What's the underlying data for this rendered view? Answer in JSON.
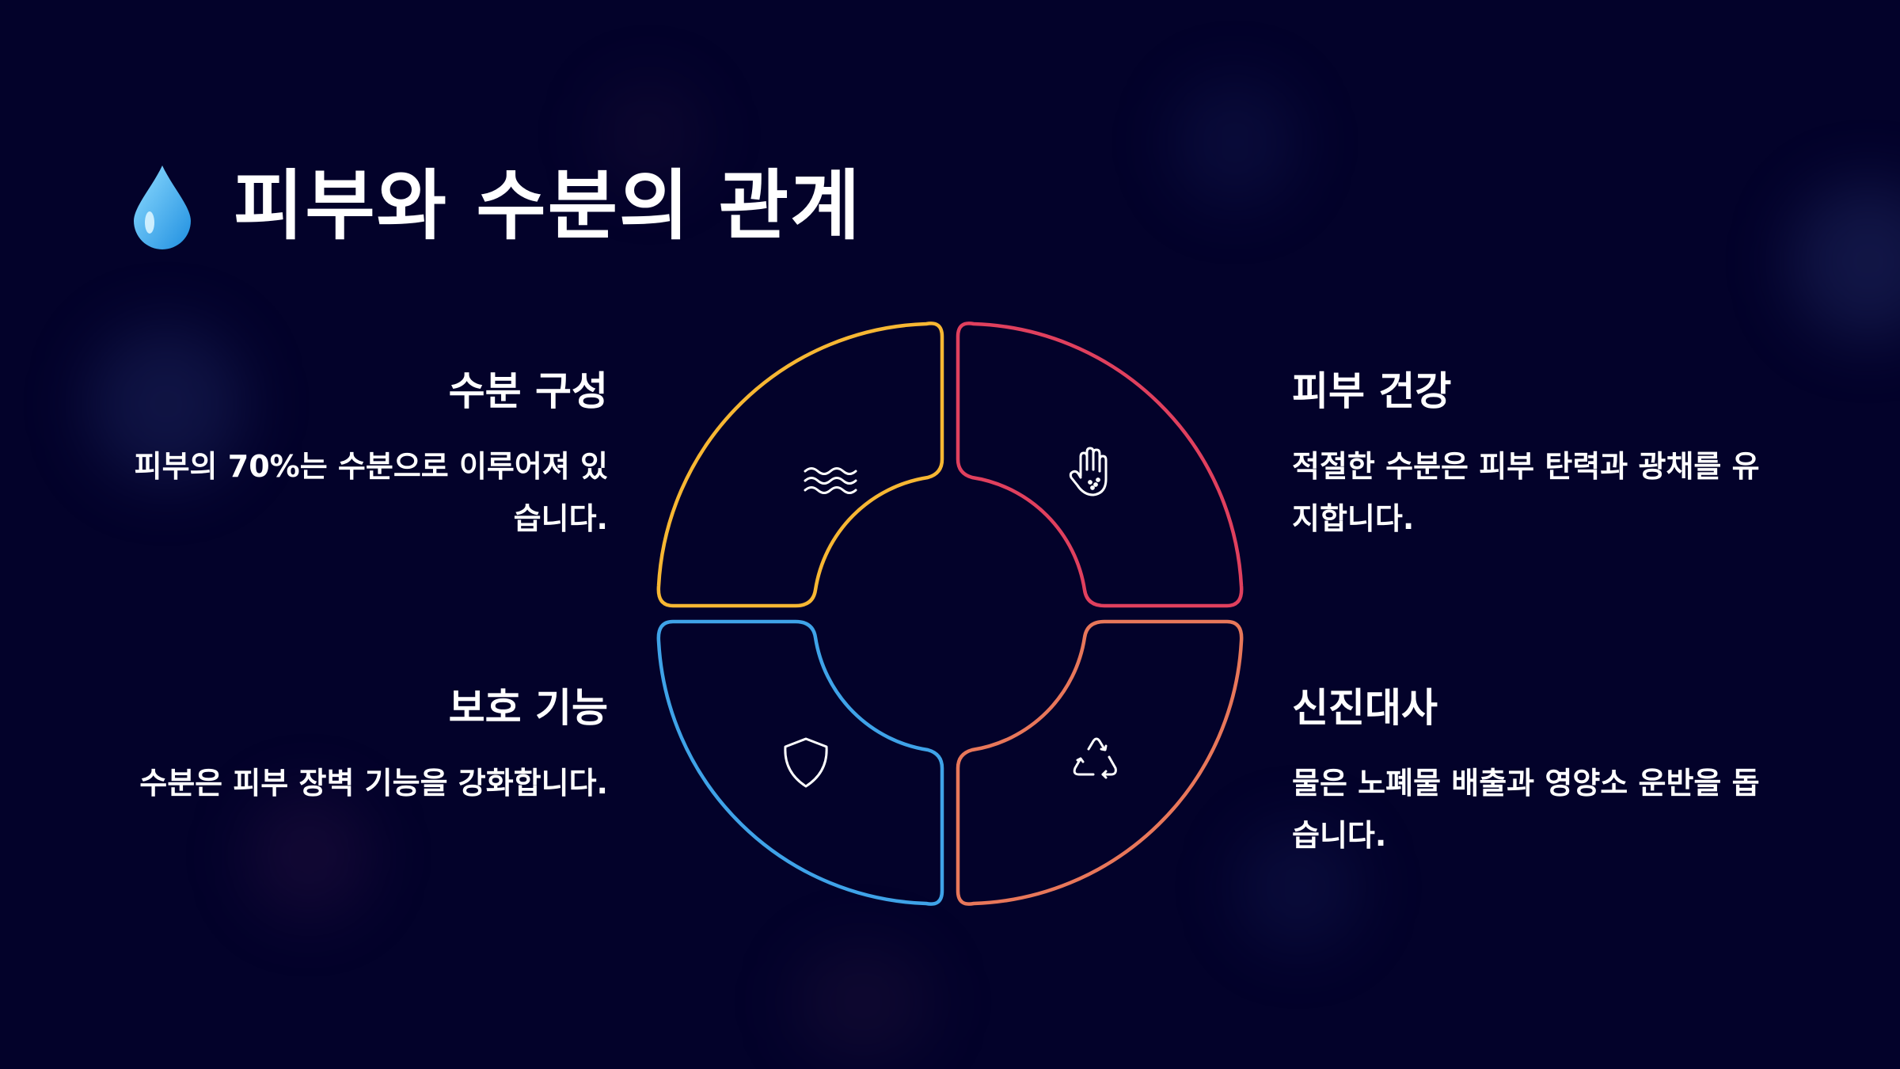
{
  "slide": {
    "title": "피부와 수분의 관계",
    "title_icon": "water-drop-icon"
  },
  "colors": {
    "background": "#03022a",
    "yellow": "#f7b733",
    "red": "#e0405e",
    "blue": "#3fa3e8",
    "orange": "#e8775a"
  },
  "sections": {
    "composition": {
      "heading": "수분 구성",
      "text": "피부의 70%는 수분으로 이루어져 있습니다.",
      "icon": "waves-icon"
    },
    "health": {
      "heading": "피부 건강",
      "text": "적절한 수분은 피부 탄력과 광채를 유지합니다.",
      "icon": "hand-icon"
    },
    "protection": {
      "heading": "보호 기능",
      "text": "수분은 피부 장벽 기능을 강화합니다.",
      "icon": "shield-icon"
    },
    "metabolism": {
      "heading": "신진대사",
      "text": "물은 노폐물 배출과 영양소 운반을 돕습니다.",
      "icon": "recycle-icon"
    }
  }
}
